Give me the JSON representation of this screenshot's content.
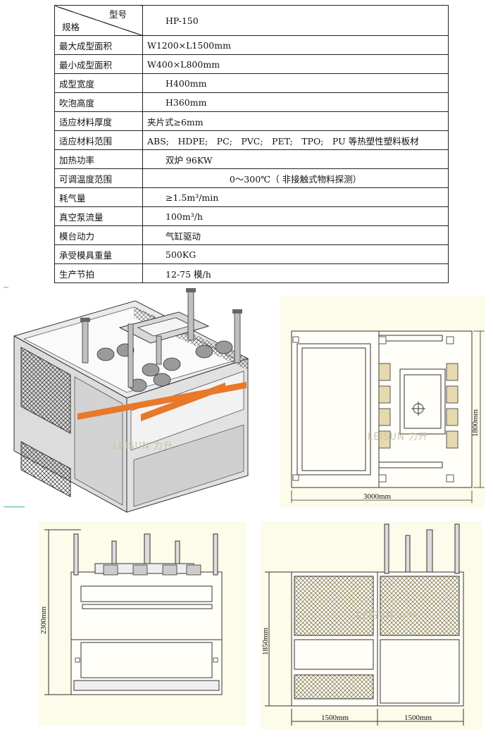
{
  "table": {
    "header_model_label": "型号",
    "header_spec_label": "规格",
    "model": "HP-150",
    "rows": [
      {
        "label": "最大成型面积",
        "value": "W1200×L1500mm"
      },
      {
        "label": "最小成型面积",
        "value": "W400×L800mm"
      },
      {
        "label": "成型宽度",
        "value": "H400mm"
      },
      {
        "label": "吹泡高度",
        "value": "H360mm"
      },
      {
        "label": "适应材料厚度",
        "value": "夹片式≥6mm"
      },
      {
        "label": "适应材料范围",
        "value": "ABS;　HDPE;　PC;　PVC;　PET;　TPO;　PU 等热塑性塑料板材"
      },
      {
        "label": "加热功率",
        "value": "双炉 96KW"
      },
      {
        "label": "可调温度范围",
        "value": "0～300℃（ 非接触式物料探测）"
      },
      {
        "label": "耗气量",
        "value": "≥1.5m³/min"
      },
      {
        "label": "真空泵流量",
        "value": "100m³/h"
      },
      {
        "label": "模台动力",
        "value": "气缸驱动"
      },
      {
        "label": "承受模具重量",
        "value": "500KG"
      },
      {
        "label": "生产节拍",
        "value": "12-75 模/h"
      }
    ]
  },
  "drawings": {
    "top_view": {
      "width_label": "3000mm",
      "height_label": "1800mm",
      "watermark": "LEISUN 力升"
    },
    "front_view": {
      "height_label": "2300mm"
    },
    "side_view": {
      "height_label": "1850mm",
      "left_width_label": "1500mm",
      "right_width_label": "1500mm",
      "watermark": "LEISUN 力升"
    },
    "iso_view": {
      "watermark": "LEISUN 力升"
    }
  },
  "colors": {
    "paper": "#fdfbe9",
    "accent_orange": "#e8782a",
    "frame": "#d7d7d7"
  }
}
